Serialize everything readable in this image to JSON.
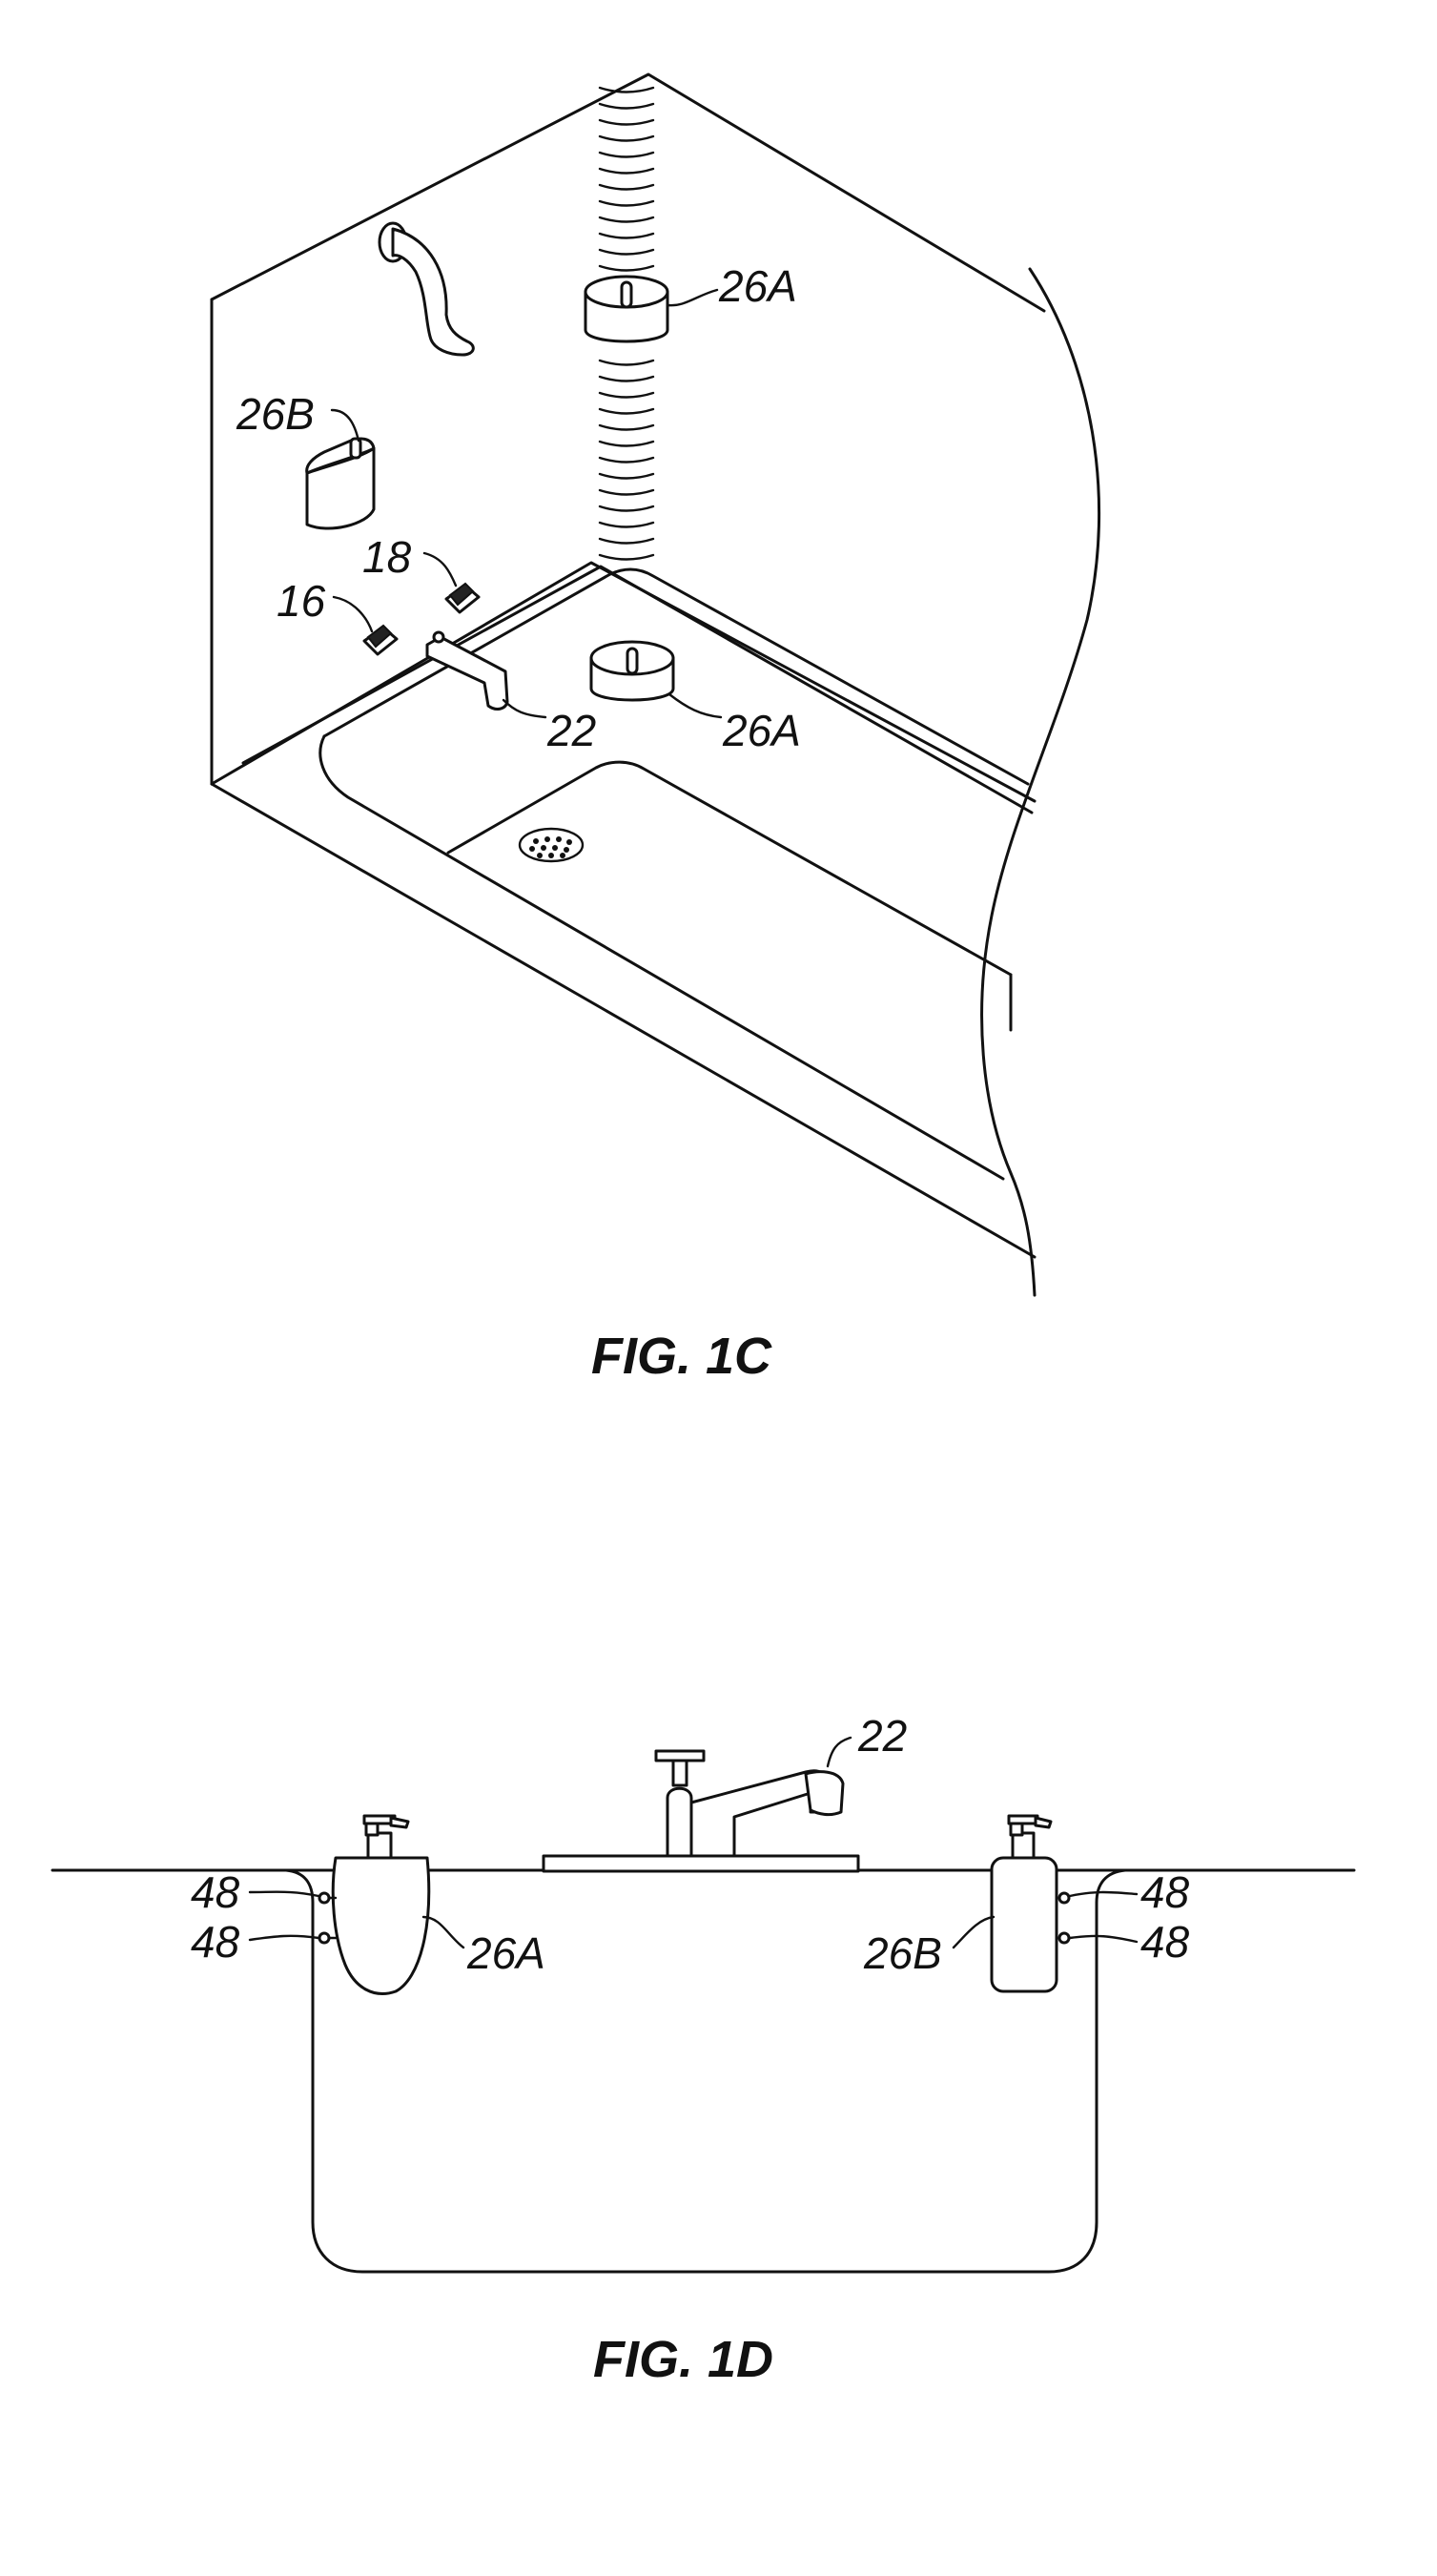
{
  "figures": [
    {
      "caption": "FIG. 1C",
      "labels": {
        "l26a_top": "26A",
        "l26b": "26B",
        "l18": "18",
        "l16": "16",
        "l22": "22",
        "l26a_tub": "26A"
      }
    },
    {
      "caption": "FIG. 1D",
      "labels": {
        "l22": "22",
        "l48_lt": "48",
        "l48_lb": "48",
        "l26a": "26A",
        "l26b": "26B",
        "l48_rt": "48",
        "l48_rb": "48"
      }
    }
  ]
}
